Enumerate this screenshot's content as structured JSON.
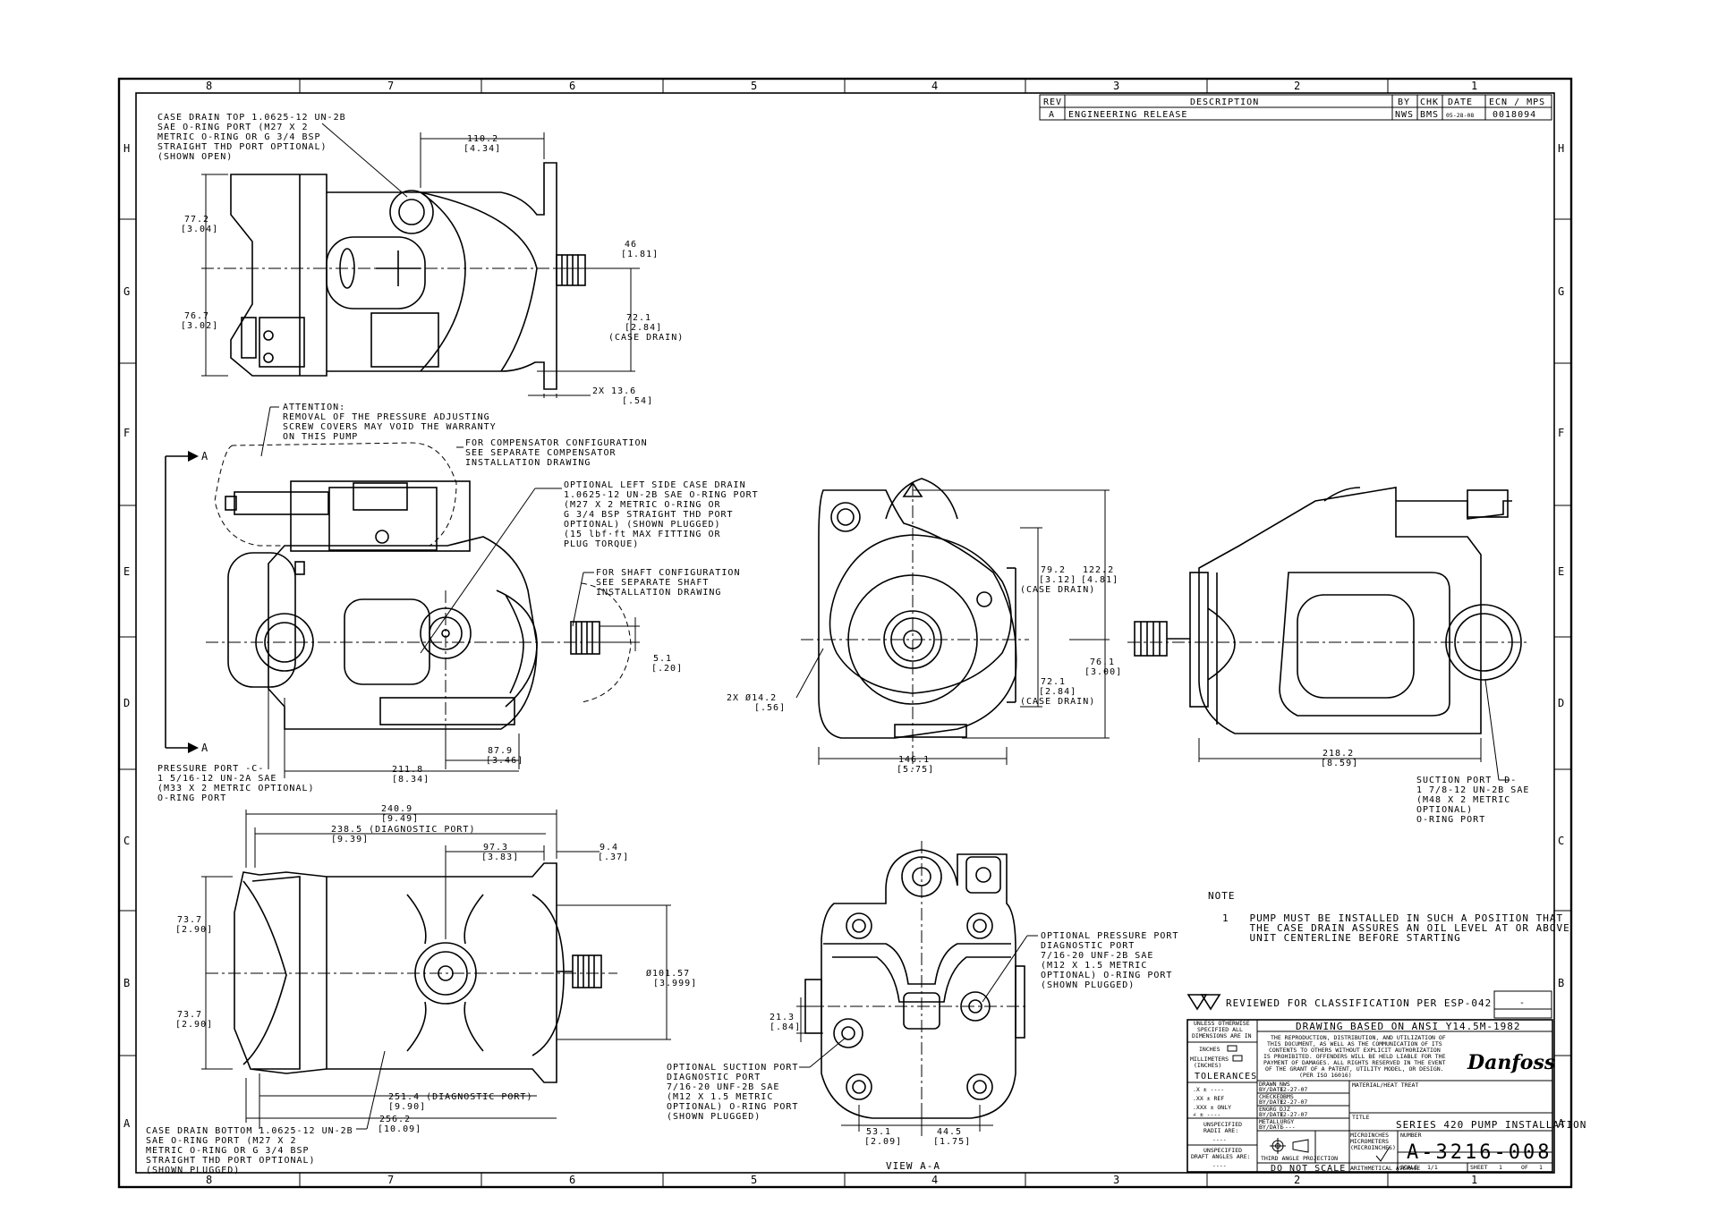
{
  "zones": {
    "columns": [
      "8",
      "7",
      "6",
      "5",
      "4",
      "3",
      "2",
      "1"
    ],
    "rows": [
      "H",
      "G",
      "F",
      "E",
      "D",
      "C",
      "B",
      "A"
    ]
  },
  "revision_block": {
    "headers": [
      "REV",
      "DESCRIPTION",
      "BY",
      "CHK",
      "DATE",
      "ECN / MPS"
    ],
    "row": [
      "A",
      "ENGINEERING RELEASE",
      "NWS",
      "BMS",
      "05-28-08",
      "0018094"
    ]
  },
  "top_view": {
    "case_drain_top": [
      "CASE DRAIN TOP 1.0625-12 UN-2B",
      "SAE O-RING PORT (M27 X 2",
      "METRIC O-RING OR G 3/4 BSP",
      "STRAIGHT THD PORT OPTIONAL)",
      "(SHOWN OPEN)"
    ],
    "dim_110": [
      "110.2",
      "[4.34]"
    ],
    "dim_77": [
      "77.2",
      "[3.04]"
    ],
    "dim_76_7": [
      "76.7",
      "[3.02]"
    ],
    "dim_46": [
      "46",
      "[1.81]"
    ],
    "dim_72": [
      "72.1",
      "[2.84]",
      "(CASE DRAIN)"
    ],
    "dim_13": [
      "2X 13.6",
      "[.54]"
    ]
  },
  "front_view": {
    "attention": [
      "ATTENTION:",
      "REMOVAL OF THE PRESSURE ADJUSTING",
      "SCREW COVERS MAY VOID THE WARRANTY",
      "ON THIS PUMP"
    ],
    "compensator": [
      "FOR COMPENSATOR CONFIGURATION",
      "SEE SEPARATE COMPENSATOR",
      "INSTALLATION DRAWING"
    ],
    "left_drain": [
      "OPTIONAL LEFT SIDE CASE DRAIN",
      "1.0625-12 UN-2B SAE O-RING PORT",
      "(M27 X 2 METRIC O-RING OR",
      "G 3/4 BSP STRAIGHT THD PORT",
      "OPTIONAL) (SHOWN PLUGGED)",
      "(15 lbf·ft MAX FITTING OR",
      "PLUG TORQUE)"
    ],
    "shaft": [
      "FOR SHAFT CONFIGURATION",
      "SEE SEPARATE SHAFT",
      "INSTALLATION DRAWING"
    ],
    "section_mark": "A",
    "dim_5": [
      "5.1",
      "[.20]"
    ],
    "dim_87": [
      "87.9",
      "[3.46]"
    ],
    "dim_211": [
      "211.8",
      "[8.34]"
    ],
    "pressure_port": [
      "PRESSURE PORT -C-",
      "1 5/16-12 UN-2A SAE",
      "(M33 X 2 METRIC OPTIONAL)",
      "O-RING PORT"
    ]
  },
  "end_view": {
    "dim_79": [
      "79.2",
      "[3.12]",
      "(CASE DRAIN)"
    ],
    "dim_122": [
      "122.2",
      "[4.81]"
    ],
    "dim_72b": [
      "72.1",
      "[2.84]",
      "(CASE DRAIN)"
    ],
    "dim_76_1": [
      "76.1",
      "[3.00]"
    ],
    "dim_14": [
      "2X Ø14.2",
      "[.56]"
    ],
    "dim_146": [
      "146.1",
      "[5.75]"
    ]
  },
  "right_view": {
    "dim_218": [
      "218.2",
      "[8.59]"
    ],
    "suction_port": [
      "SUCTION PORT -D-",
      "1 7/8-12 UN-2B SAE",
      "(M48 X 2 METRIC",
      "OPTIONAL)",
      "O-RING PORT"
    ]
  },
  "bottom_view": {
    "dim_240": [
      "240.9",
      "[9.49]"
    ],
    "dim_238": [
      "238.5  (DIAGNOSTIC PORT)",
      "[9.39]"
    ],
    "dim_97": [
      "97.3",
      "[3.83]"
    ],
    "dim_9": [
      "9.4",
      "[.37]"
    ],
    "dim_73a": [
      "73.7",
      "[2.90]"
    ],
    "dim_73b": [
      "73.7",
      "[2.90]"
    ],
    "dim_101": [
      "Ø101.57",
      "[3.999]"
    ],
    "dim_251": [
      "251.4  (DIAGNOSTIC PORT)",
      "[9.90]"
    ],
    "dim_256": [
      "256.2",
      "[10.09]"
    ],
    "case_drain_bottom": [
      "CASE DRAIN BOTTOM 1.0625-12 UN-2B",
      "SAE O-RING PORT (M27 X 2",
      "METRIC O-RING OR G 3/4 BSP",
      "STRAIGHT THD PORT OPTIONAL)",
      "(SHOWN PLUGGED)"
    ]
  },
  "view_aa": {
    "opt_pressure": [
      "OPTIONAL PRESSURE PORT",
      "DIAGNOSTIC PORT",
      "7/16-20 UNF-2B SAE",
      "(M12 X 1.5 METRIC",
      "OPTIONAL) O-RING PORT",
      "(SHOWN PLUGGED)"
    ],
    "opt_suction": [
      "OPTIONAL SUCTION PORT",
      "DIAGNOSTIC PORT",
      "7/16-20 UNF-2B SAE",
      "(M12 X 1.5 METRIC",
      "OPTIONAL) O-RING PORT",
      "(SHOWN PLUGGED)"
    ],
    "dim_21": [
      "21.3",
      "[.84]"
    ],
    "dim_53": [
      "53.1",
      "[2.09]"
    ],
    "dim_44": [
      "44.5",
      "[1.75]"
    ],
    "caption": "VIEW  A-A"
  },
  "notes": {
    "heading": "NOTE",
    "items": [
      "1   PUMP MUST BE INSTALLED IN SUCH A POSITION THAT",
      "    THE CASE DRAIN ASSURES AN OIL LEVEL AT OR ABOVE",
      "    UNIT CENTERLINE BEFORE STARTING"
    ]
  },
  "title_block": {
    "classification": "REVIEWED FOR CLASSIFICATION PER ESP-042",
    "class_code": "-",
    "based_on": "DRAWING BASED ON ANSI Y14.5M-1982",
    "unless": [
      "UNLESS OTHERWISE",
      "SPECIFIED ALL",
      "DIMENSIONS ARE IN"
    ],
    "units": [
      "INCHES",
      "MILLIMETERS",
      "(INCHES)"
    ],
    "tolerances": "TOLERANCES",
    "tol_rows": [
      ".X  ± ----",
      ".XX  ± REF",
      ".XXX  ± ONLY",
      "∠  ± ----"
    ],
    "radii": [
      "UNSPECIFIED",
      "RADII ARE:",
      "----"
    ],
    "draft": [
      "UNSPECIFIED",
      "DRAFT ANGLES ARE:",
      "----"
    ],
    "legal": [
      "THE REPRODUCTION, DISTRIBUTION, AND UTILIZATION OF",
      "THIS DOCUMENT, AS WELL AS THE COMMUNICATION OF ITS",
      "CONTENTS TO OTHERS WITHOUT EXPLICIT AUTHORIZATION",
      "IS PROHIBITED. OFFENDERS WILL BE HELD LIABLE FOR THE",
      "PAYMENT OF DAMAGES. ALL RIGHTS RESERVED IN THE EVENT",
      "OF THE GRANT OF A PATENT, UTILITY MODEL, OR DESIGN.",
      "(PER ISO 16016)"
    ],
    "logo": "Danfoss",
    "drawn": [
      "DRAWN",
      "NWS",
      "BY/DATE",
      "12-27-07"
    ],
    "checked": [
      "CHECKED",
      "BMS",
      "BY/DATE",
      "12-27-07"
    ],
    "engrg": [
      "ENGRG",
      "DJZ",
      "BY/DATE",
      "12-27-07"
    ],
    "metallurgy": [
      "METALLURGY",
      "BY/DATE",
      "----"
    ],
    "projection": "THIRD ANGLE PROJECTION",
    "do_not_scale": "DO NOT SCALE",
    "material": "MATERIAL/HEAT TREAT",
    "title_label": "TITLE",
    "title": "SERIES 420 PUMP INSTALLATION",
    "finish": [
      "MICROINCHES",
      "MICROMETERS",
      "(MICROINCHES)"
    ],
    "arith": "ARITHMETICAL AVERAGE",
    "number_label": "NUMBER",
    "number": "A-3216-008",
    "scale": [
      "SCALE",
      "1/1"
    ],
    "sheet": [
      "SHEET",
      "1",
      "OF",
      "1"
    ]
  }
}
